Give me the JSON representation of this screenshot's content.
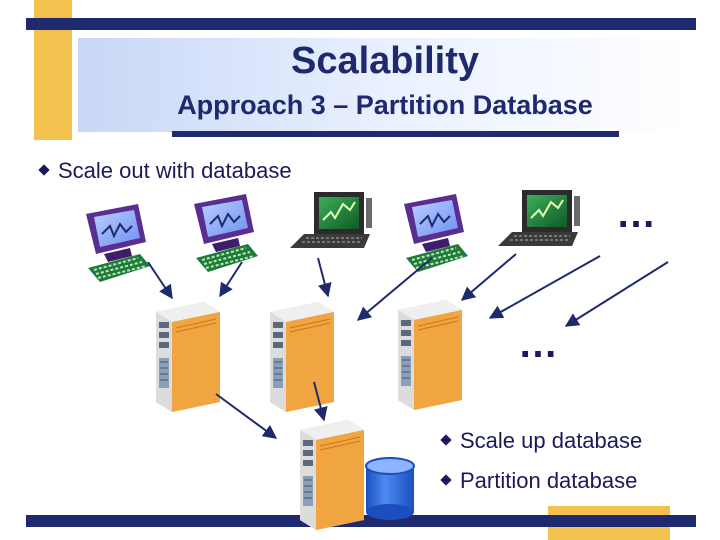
{
  "slide": {
    "title": "Scalability",
    "subtitle": "Approach 3 – Partition Database",
    "main_bullet": "Scale out with database",
    "side_bullets": [
      "Scale up database",
      "Partition database"
    ],
    "ellipsis": "…"
  },
  "colors": {
    "navy": "#1f2a6e",
    "gold_bar": "#f2c14e",
    "header_gradient_start": "#c8d7f6",
    "monitor_purple": "#5a2d91",
    "screen_blue": "#8fb0ff",
    "screen_green": "#1e7b3a",
    "server_body": "#e6e6e6",
    "server_side": "#f0a540",
    "cylinder": "#2e6fe0"
  },
  "icons": {
    "client": "monitor-keyboard-icon",
    "server": "server-tower-icon",
    "database": "database-cylinder-icon"
  }
}
